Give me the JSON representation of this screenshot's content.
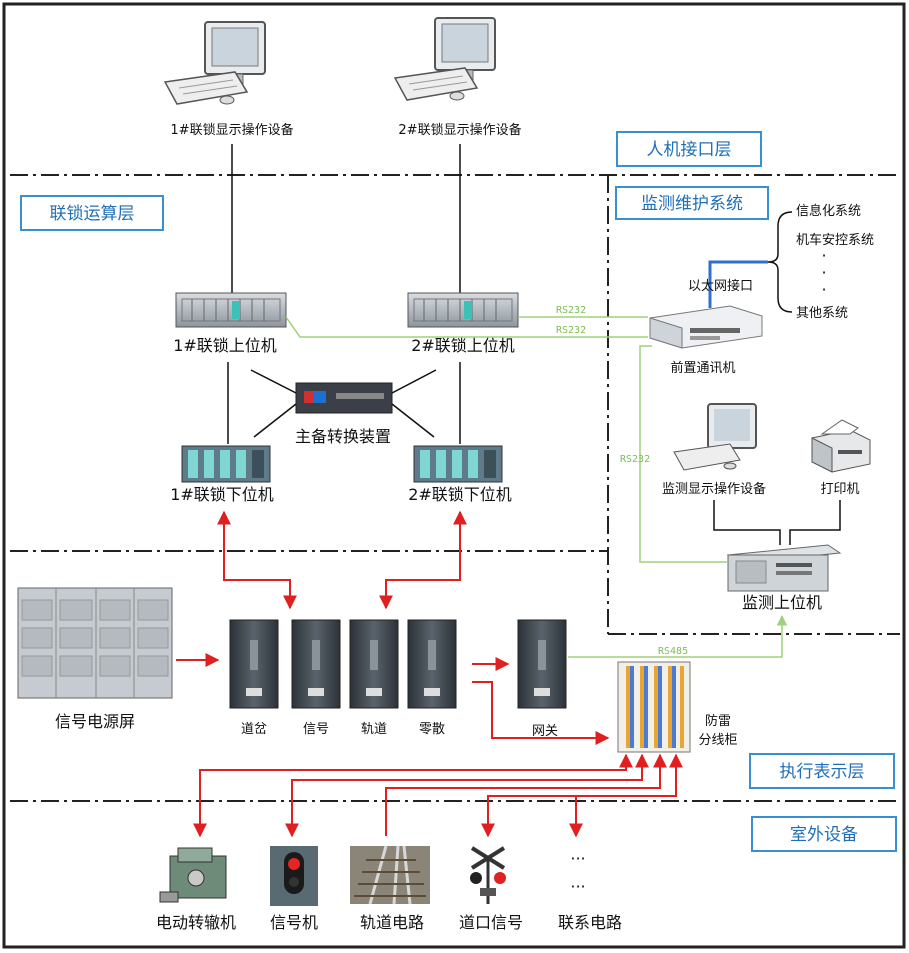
{
  "layers": {
    "human_machine": "人机接口层",
    "interlock_compute": "联锁运算层",
    "monitoring_system": "监测维护系统",
    "execution": "执行表示层",
    "outdoor": "室外设备"
  },
  "top": {
    "display1": "1#联锁显示操作设备",
    "display2": "2#联锁显示操作设备"
  },
  "compute": {
    "upper1": "1#联锁上位机",
    "upper2": "2#联锁上位机",
    "switch_device": "主备转换装置",
    "lower1": "1#联锁下位机",
    "lower2": "2#联锁下位机"
  },
  "monitor": {
    "info_system": "信息化系统",
    "loco_system": "机车安控系统",
    "dot1": "·",
    "dot2": "·",
    "dot3": "·",
    "other_system": "其他系统",
    "ethernet": "以太网接口",
    "front_comm": "前置通讯机",
    "monitor_display": "监测显示操作设备",
    "printer": "打印机",
    "monitor_upper": "监测上位机"
  },
  "links": {
    "rs232_a": "RS232",
    "rs232_b": "RS232",
    "rs232_c": "RS232",
    "rs485": "RS485"
  },
  "exec": {
    "power_screen": "信号电源屏",
    "cab_switch": "道岔",
    "cab_signal": "信号",
    "cab_track": "轨道",
    "cab_misc": "零散",
    "gateway": "网关",
    "lightning_1": "防雷",
    "lightning_2": "分线柜"
  },
  "outdoor": {
    "point_machine": "电动转辙机",
    "signal": "信号机",
    "track_circuit": "轨道电路",
    "crossing_signal": "道口信号",
    "liaison_circuit": "联系电路",
    "ellipsis1": "···",
    "ellipsis2": "···"
  }
}
